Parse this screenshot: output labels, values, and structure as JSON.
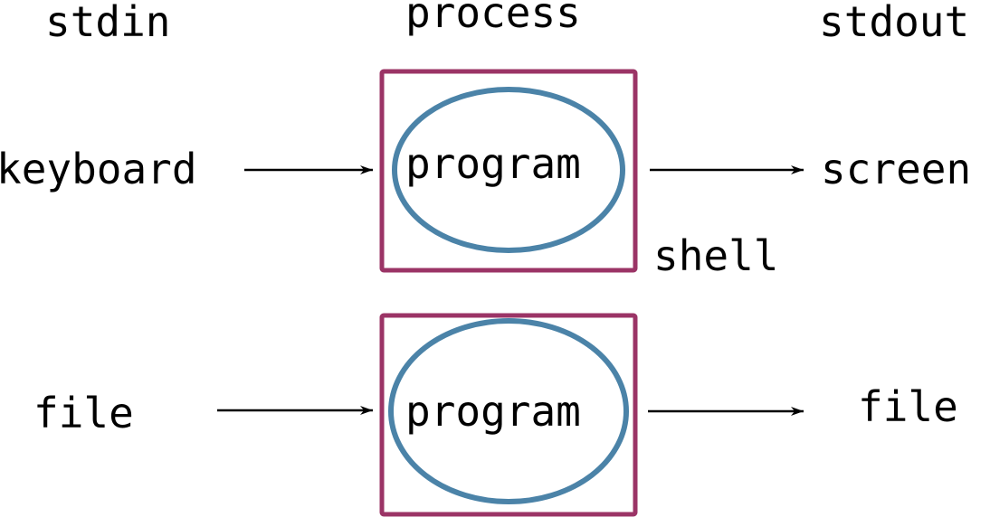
{
  "headers": {
    "stdin": "stdin",
    "process": "process",
    "stdout": "stdout"
  },
  "row1": {
    "input": "keyboard",
    "program": "program",
    "output": "screen",
    "container": "shell"
  },
  "row2": {
    "input": "file",
    "program": "program",
    "output": "file"
  },
  "colors": {
    "process_box": "#9b3466",
    "program_ellipse": "#4b83a8",
    "arrow": "#000000",
    "text": "#000000"
  }
}
